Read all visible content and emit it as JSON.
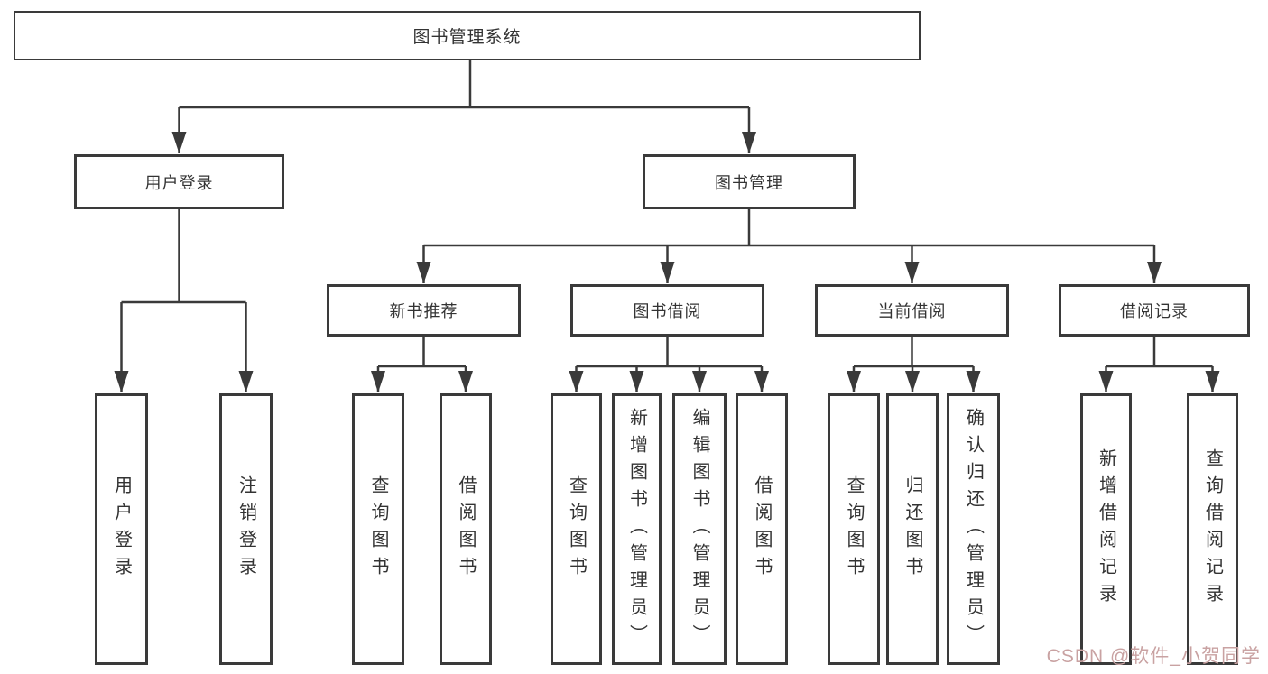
{
  "colors": {
    "line": "#3a3a3a",
    "text": "#333333",
    "background": "#ffffff",
    "watermark": "#c9a2a2"
  },
  "nodes": {
    "root": "图书管理系统",
    "user_login": "用户登录",
    "book_management": "图书管理",
    "new_book_recommend": "新书推荐",
    "book_borrowing": "图书借阅",
    "current_borrowing": "当前借阅",
    "borrowing_records": "借阅记录",
    "leaf_user_login": "用户登录",
    "leaf_logout": "注销登录",
    "leaf_nbr_query_books": "查询图书",
    "leaf_nbr_borrow_books": "借阅图书",
    "leaf_bb_query_books": "查询图书",
    "leaf_bb_add_books_admin": "新增图书（管理员）",
    "leaf_bb_edit_books_admin": "编辑图书（管理员）",
    "leaf_bb_borrow_books": "借阅图书",
    "leaf_cb_query_books": "查询图书",
    "leaf_cb_return_books": "归还图书",
    "leaf_cb_confirm_return_admin": "确认归还（管理员）",
    "leaf_br_add_record": "新增借阅记录",
    "leaf_br_query_record": "查询借阅记录"
  },
  "watermark": {
    "text": "CSDN @软件_小贺同学"
  }
}
